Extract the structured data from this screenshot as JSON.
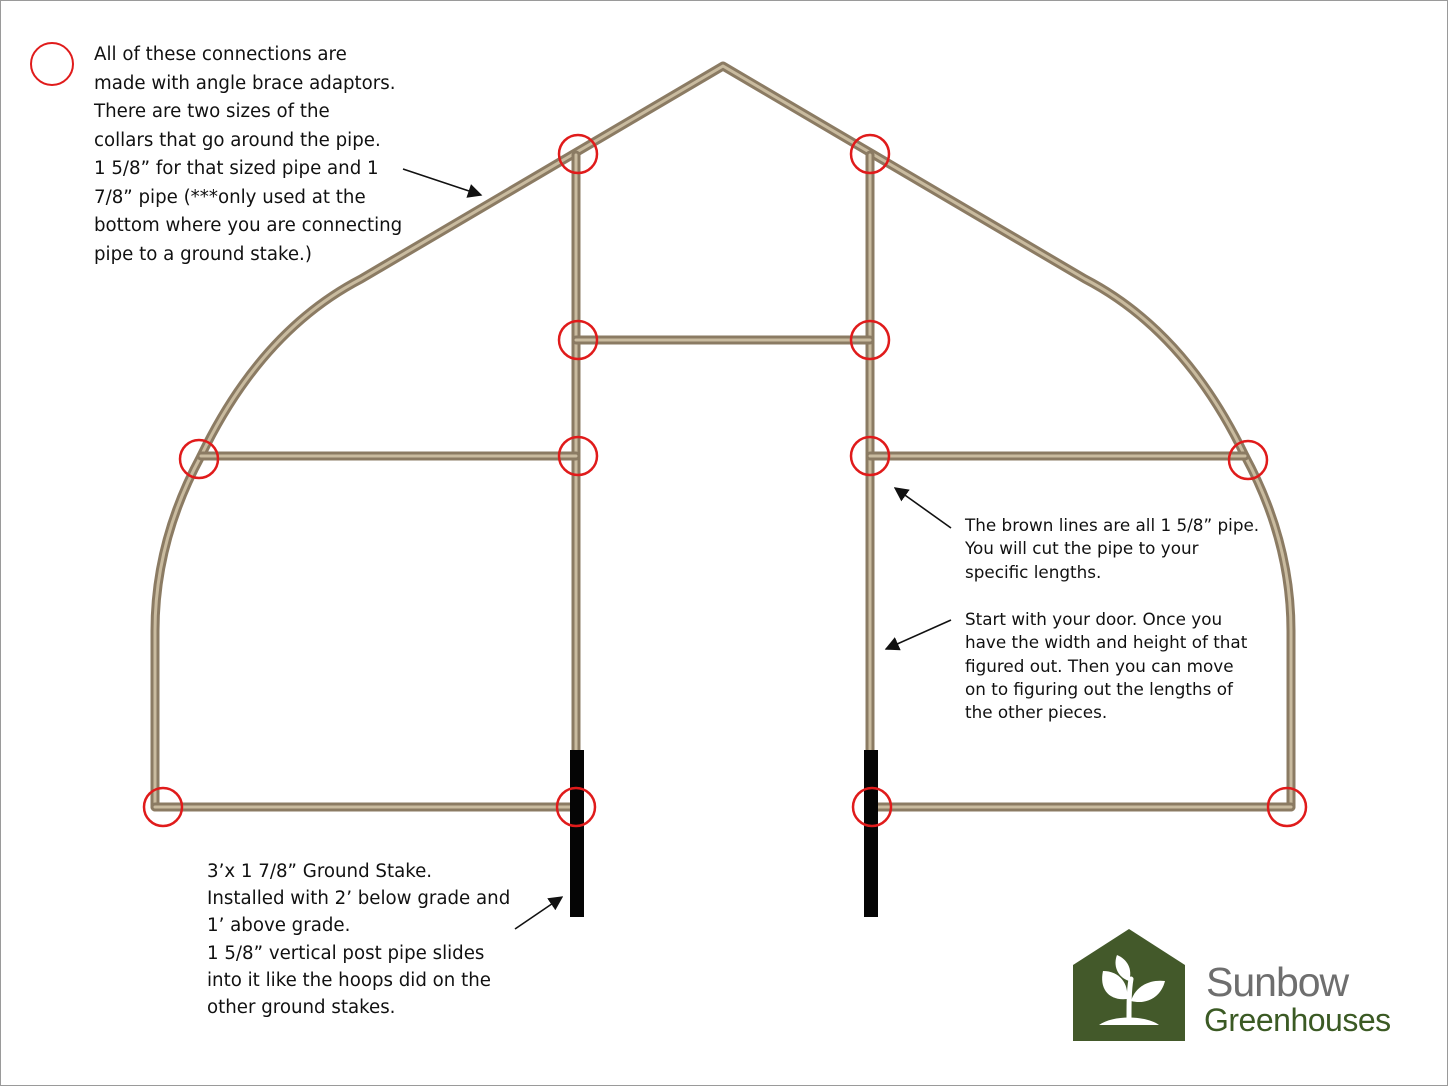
{
  "colors": {
    "pipe": "#8b7b63",
    "pipe_highlight": "#c9bb9f",
    "stake": "#050505",
    "connection_circle": "#e01b1b",
    "logo_green": "#43592a",
    "brand_gray": "#6e6e6e",
    "brand_green": "#3b5a24"
  },
  "legend": {
    "icon": "red-circle-icon",
    "text": "All of these connections are\nmade with angle brace adaptors.\nThere are two sizes of the\ncollars that go around the pipe.\n1 5/8” for that sized pipe and 1\n7/8” pipe (***only used at the\nbottom where you are connecting\npipe to a ground stake.)"
  },
  "notes": {
    "pipe_note": "The brown lines are all 1 5/8” pipe.\nYou will cut the pipe to your\nspecific lengths.",
    "door_note": "Start with your door. Once you\nhave the width and height of that\nfigured out. Then you can move\non to figuring out the lengths of\nthe other pieces.",
    "stake_note": "3’x 1 7/8” Ground Stake.\nInstalled with 2’ below grade and\n1’ above grade.\n1 5/8” vertical post pipe slides\ninto it like the hoops did on the\nother ground stakes."
  },
  "brand": {
    "name": "Sunbow",
    "subtitle": "Greenhouses",
    "logo_icon": "house-sprout-logo-icon"
  }
}
